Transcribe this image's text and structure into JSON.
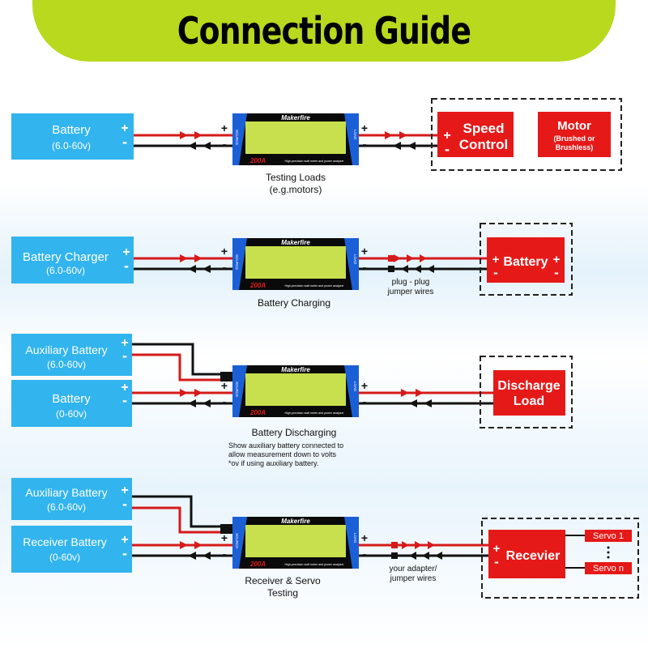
{
  "title": "Connection Guide",
  "colors": {
    "banner": "#b8d91e",
    "source_box": "#32b4ee",
    "load_box": "#e61919",
    "wire_pos": "#d61a1a",
    "wire_neg": "#111111",
    "meter_screen": "#c9e04e"
  },
  "meter": {
    "brand": "Makerfire",
    "rating": "200A",
    "subtitle": "High-precision watt meter and power analyzer",
    "left_port": "SOURCE",
    "right_port": "LOAD"
  },
  "polarity": {
    "positive": "+",
    "negative": "-"
  },
  "sections": [
    {
      "source": {
        "name": "Battery",
        "range": "(6.0-60v)"
      },
      "loads": [
        {
          "name": "Speed",
          "name2": "Control"
        },
        {
          "name": "Motor",
          "sub1": "(Brushed or",
          "sub2": "Brushless)"
        }
      ],
      "caption": "Testing Loads",
      "caption2": "(e.g.motors)"
    },
    {
      "source": {
        "name": "Battery Charger",
        "range": "(6.0-60v)"
      },
      "load": {
        "name": "Battery"
      },
      "wire_note": "plug - plug",
      "wire_note2": "jumper wires",
      "caption": "Battery Charging"
    },
    {
      "aux": {
        "name": "Auxiliary Battery",
        "range": "(6.0-60v)"
      },
      "source": {
        "name": "Battery",
        "range": "(0-60v)"
      },
      "load": {
        "name": "Discharge",
        "name2": "Load"
      },
      "caption": "Battery Discharging",
      "note": [
        "Show auxiliary battery connected to",
        "allow measurement down to volts",
        "*ov if using auxiliary battery."
      ]
    },
    {
      "aux": {
        "name": "Auxiliary Battery",
        "range": "(6.0-60v)"
      },
      "source": {
        "name": "Receiver Battery",
        "range": "(0-60v)"
      },
      "load": {
        "name": "Recevier"
      },
      "servos": [
        "Servo 1",
        "Servo n"
      ],
      "wire_note": "your adapter/",
      "wire_note2": "jumper wires",
      "caption": "Receiver & Servo",
      "caption2": "Testing"
    }
  ]
}
